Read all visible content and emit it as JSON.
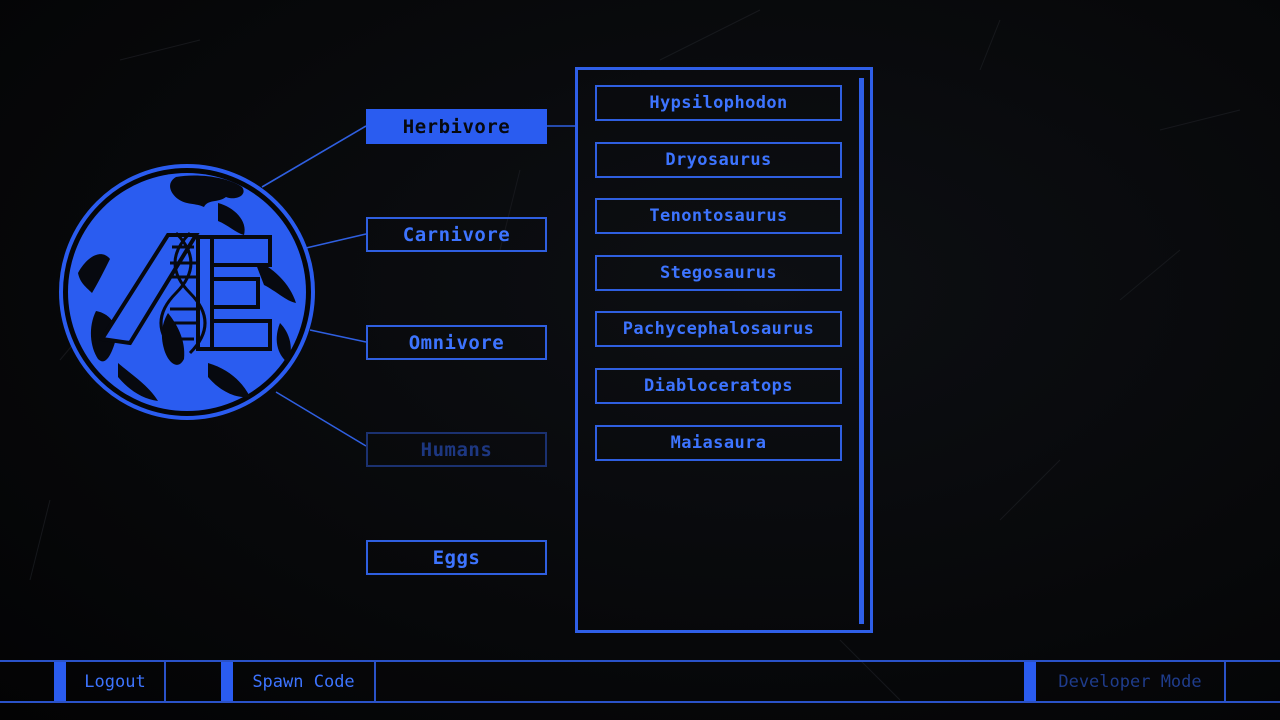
{
  "categories": {
    "herbivore": "Herbivore",
    "carnivore": "Carnivore",
    "omnivore": "Omnivore",
    "humans": "Humans",
    "eggs": "Eggs"
  },
  "selected_category": "Herbivore",
  "species": [
    "Hypsilophodon",
    "Dryosaurus",
    "Tenontosaurus",
    "Stegosaurus",
    "Pachycephalosaurus",
    "Diabloceratops",
    "Maiasaura"
  ],
  "footer": {
    "logout": "Logout",
    "spawn_code": "Spawn Code",
    "developer_mode": "Developer Mode"
  },
  "icons": {
    "logo": "globe-dna-logo-icon"
  },
  "colors": {
    "accent": "#2f5fe8",
    "text": "#3d74ff",
    "disabled": "#1d3781",
    "background": "#050608"
  }
}
